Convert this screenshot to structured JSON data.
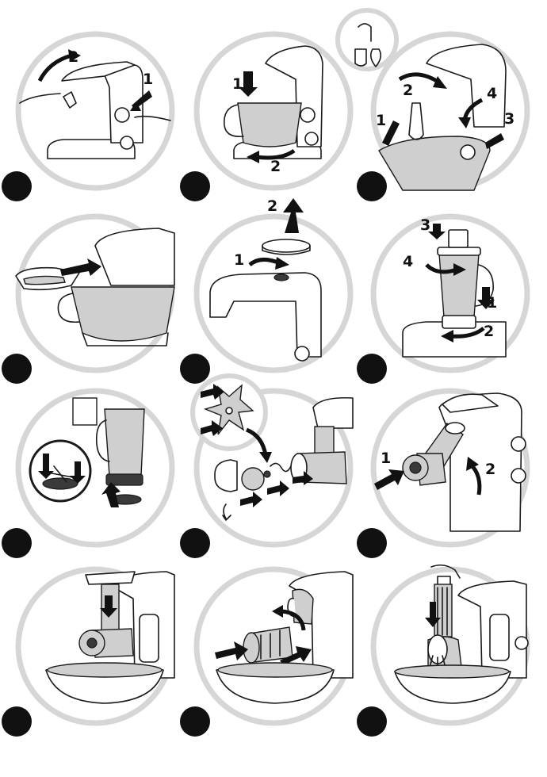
{
  "panels": [
    {
      "id": 1,
      "labels": [
        "2",
        "1"
      ]
    },
    {
      "id": 2,
      "labels": [
        "1",
        "2"
      ]
    },
    {
      "id": 3,
      "labels": [
        "2",
        "4",
        "1",
        "3"
      ]
    },
    {
      "id": 4,
      "labels": []
    },
    {
      "id": 5,
      "labels": [
        "2",
        "1"
      ]
    },
    {
      "id": 6,
      "labels": [
        "3",
        "4",
        "1",
        "2"
      ]
    },
    {
      "id": 7,
      "labels": []
    },
    {
      "id": 8,
      "labels": []
    },
    {
      "id": 9,
      "labels": [
        "1",
        "2"
      ]
    },
    {
      "id": 10,
      "labels": []
    },
    {
      "id": 11,
      "labels": []
    },
    {
      "id": 12,
      "labels": []
    }
  ]
}
